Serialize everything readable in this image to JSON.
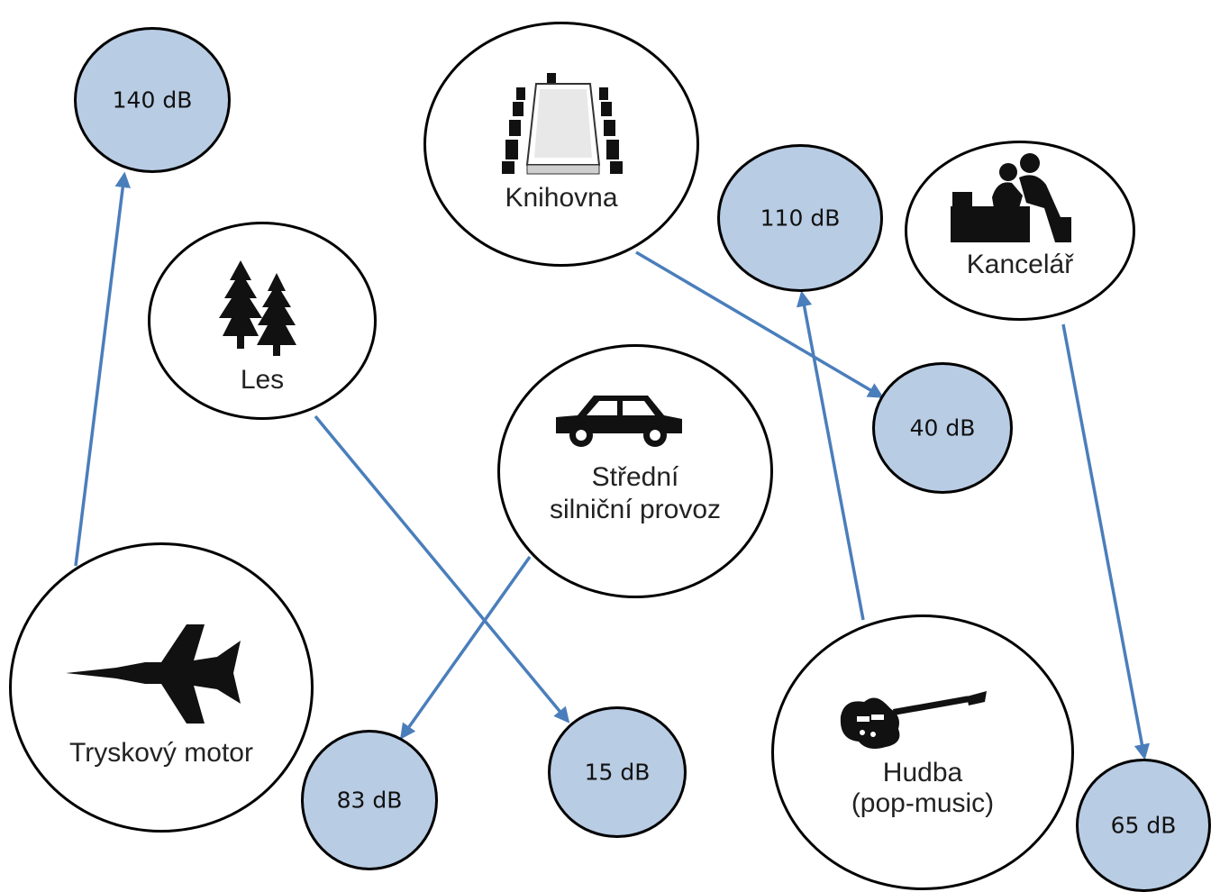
{
  "colors": {
    "arrow": "#4a7ebb",
    "level_fill": "#b8cce4",
    "stroke": "#000000"
  },
  "sources": {
    "jet": {
      "label": "Tryskový motor",
      "icon": "jet-plane-icon"
    },
    "forest": {
      "label": "Les",
      "icon": "trees-icon"
    },
    "library": {
      "label": "Knihovna",
      "icon": "conference-table-icon"
    },
    "traffic": {
      "label_line1": "Střední",
      "label_line2": "silniční provoz",
      "icon": "car-icon"
    },
    "office": {
      "label": "Kancelář",
      "icon": "office-workers-icon"
    },
    "music": {
      "label_line1": "Hudba",
      "label_line2": "(pop-music)",
      "icon": "electric-guitar-icon"
    }
  },
  "levels": {
    "l140": "140 dB",
    "l110": "110 dB",
    "l40": "40 dB",
    "l83": "83 dB",
    "l15": "15 dB",
    "l65": "65 dB"
  },
  "links": [
    {
      "from": "Tryskový motor",
      "to": "140 dB"
    },
    {
      "from": "Les",
      "to": "15 dB"
    },
    {
      "from": "Knihovna",
      "to": "40 dB"
    },
    {
      "from": "Střední silniční provoz",
      "to": "83 dB"
    },
    {
      "from": "Hudba (pop-music)",
      "to": "110 dB"
    },
    {
      "from": "Kancelář",
      "to": "65 dB"
    }
  ]
}
